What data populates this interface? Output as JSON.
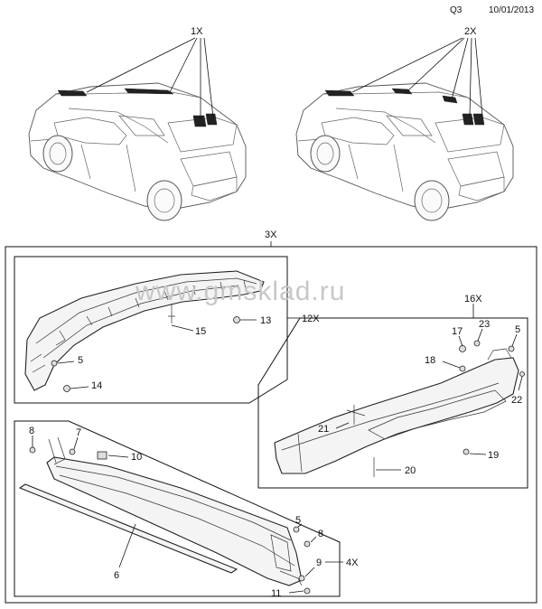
{
  "header": {
    "page": "Q3",
    "date": "10/01/2013"
  },
  "watermark": "www.gmsklad.ru",
  "callouts": {
    "c1x": "1X",
    "c2x": "2X",
    "c3x": "3X",
    "c12x": "12X",
    "c16x": "16X",
    "c4x": "4X",
    "n13": "13",
    "n15": "15",
    "n5a": "5",
    "n14": "14",
    "n17": "17",
    "n23": "23",
    "n5b": "5",
    "n18": "18",
    "n22": "22",
    "n21": "21",
    "n19": "19",
    "n20": "20",
    "n8a": "8",
    "n7": "7",
    "n10": "10",
    "n6": "6",
    "n5c": "5",
    "n8b": "8",
    "n9": "9",
    "n11": "11"
  }
}
